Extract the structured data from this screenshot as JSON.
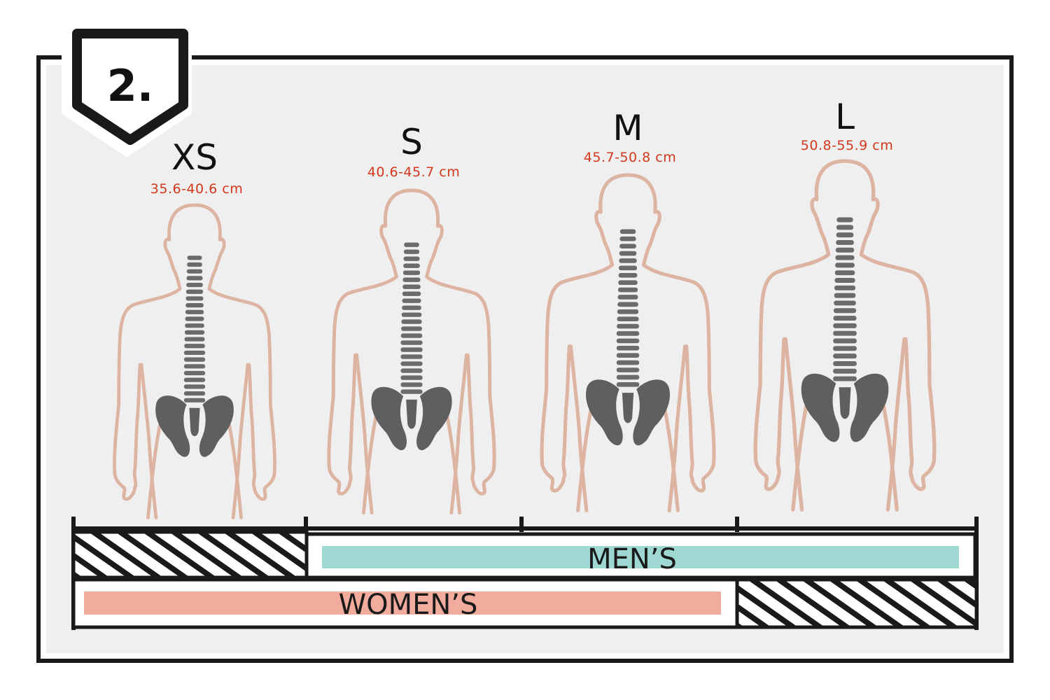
{
  "step": {
    "number": "2."
  },
  "sizes": [
    {
      "label": "XS",
      "range": "35.6-40.6 cm"
    },
    {
      "label": "S",
      "range": "40.6-45.7 cm"
    },
    {
      "label": "M",
      "range": "45.7-50.8 cm"
    },
    {
      "label": "L",
      "range": "50.8-55.9 cm"
    }
  ],
  "bars": {
    "mens_label": "MEN’S",
    "womens_label": "WOMEN’S",
    "mens_sizes": [
      "S",
      "M",
      "L"
    ],
    "womens_sizes": [
      "XS",
      "S",
      "M"
    ]
  },
  "colors": {
    "panel": "#efefef",
    "frame": "#1a1a1a",
    "body_outline": "#ddb3a2",
    "spine": "#6b6b6b",
    "pelvis": "#5f5f5f",
    "range_text": "#d2381c",
    "mens_bar": "#9fd8d2",
    "womens_bar": "#f1ac9e"
  }
}
